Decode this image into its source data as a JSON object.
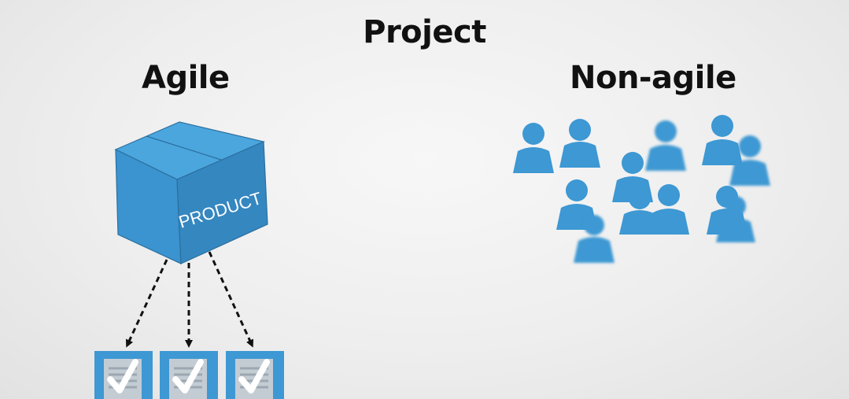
{
  "title": "Project",
  "agile": {
    "label": "Agile",
    "box_text": "PRODUCT"
  },
  "non_agile": {
    "label": "Non-agile"
  },
  "colors": {
    "accent_blue": "#3d98d3",
    "box_side": "#3587c0",
    "box_top": "#4ba6de",
    "doc_gray": "#b9c2ca"
  },
  "icons": {
    "person": "person-icon",
    "document": "checked-document-icon",
    "box": "product-box-icon"
  }
}
